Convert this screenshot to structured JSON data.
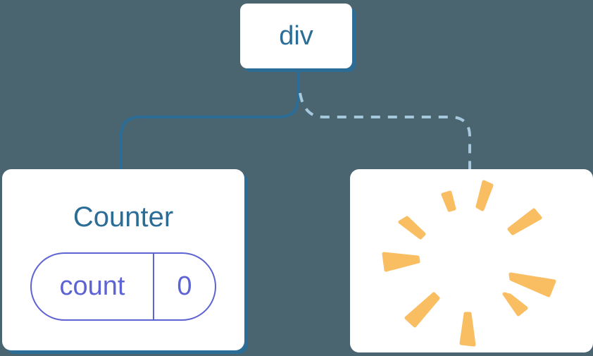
{
  "colors": {
    "background": "#4B6570",
    "blue": "#2B6D96",
    "dashed-blue": "#A6C8DD",
    "purple": "#5E63D3",
    "orange": "#F9BD62",
    "card": "#FFFFFF"
  },
  "tree": {
    "root": {
      "label": "div"
    },
    "children": {
      "counter": {
        "title": "Counter",
        "state": {
          "name": "count",
          "value": "0"
        }
      },
      "removed": {
        "icon": "poof-burst-icon"
      }
    },
    "edges": {
      "to_counter": "solid",
      "to_removed": "dashed"
    }
  }
}
